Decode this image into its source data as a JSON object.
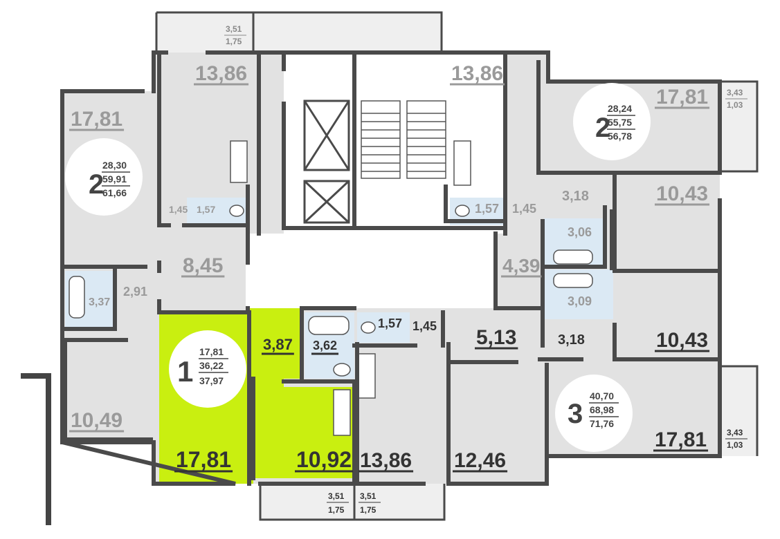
{
  "apartments": [
    {
      "id": "apt-left-2",
      "rooms": "2",
      "living": "28,30",
      "total": "59,91",
      "total_balcony": "61,66"
    },
    {
      "id": "apt-right-2",
      "rooms": "2",
      "living": "28,24",
      "total": "55,75",
      "total_balcony": "56,78"
    },
    {
      "id": "apt-1",
      "rooms": "1",
      "living": "17,81",
      "total": "36,22",
      "total_balcony": "37,97"
    },
    {
      "id": "apt-3",
      "rooms": "3",
      "living": "40,70",
      "total": "68,98",
      "total_balcony": "71,76"
    }
  ],
  "labels": {
    "l_17_81_top": "17,81",
    "l_1_45_a": "1,45",
    "l_1_57_a": "1,57",
    "l_8_45": "8,45",
    "l_3_37": "3,37",
    "l_2_91": "2,91",
    "l_10_49": "10,49",
    "l_13_86_tl": "13,86",
    "l_13_86_tr": "13,86",
    "l_1_57_b": "1,57",
    "l_1_45_b": "1,45",
    "l_17_81_r": "17,81",
    "l_3_18_a": "3,18",
    "l_10_43_a": "10,43",
    "l_3_06": "3,06",
    "l_4_39": "4,39",
    "l_3_09": "3,09",
    "l_10_43_b": "10,43",
    "l_3_18_b": "3,18",
    "l_5_13": "5,13",
    "l_1_57_c": "1,57",
    "l_1_45_c": "1,45",
    "l_3_87": "3,87",
    "l_3_62": "3,62",
    "l_17_81_apt1": "17,81",
    "l_10_92": "10,92",
    "l_13_86_b": "13,86",
    "l_12_46": "12,46",
    "l_17_81_br": "17,81"
  },
  "balconies": {
    "top": {
      "a": "3,51",
      "b": "1,75"
    },
    "right_top": {
      "a": "3,43",
      "b": "1,03"
    },
    "right_bottom": {
      "a": "3,43",
      "b": "1,03"
    },
    "bottom_left": {
      "a": "3,51",
      "b": "1,75"
    },
    "bottom_right": {
      "a": "3,51",
      "b": "1,75"
    }
  }
}
